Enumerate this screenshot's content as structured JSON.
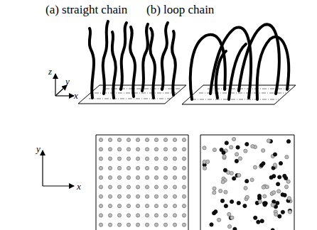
{
  "diagram": {
    "labels": [
      "(a) straight chain",
      "(b) loop chain",
      "z",
      "y",
      "x",
      "y",
      "x"
    ]
  }
}
